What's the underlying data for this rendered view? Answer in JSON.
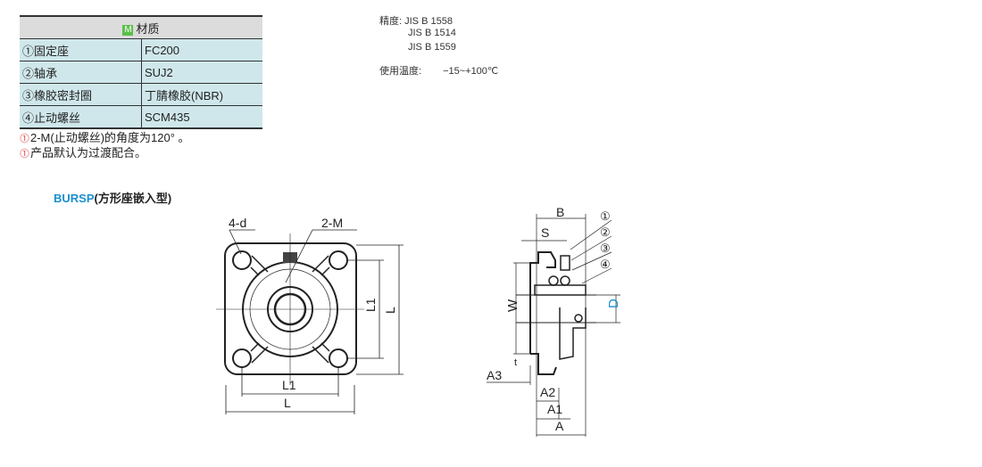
{
  "material_table": {
    "header": "材质",
    "badge": "M",
    "rows": [
      {
        "part": "①固定座",
        "material": "FC200"
      },
      {
        "part": "②轴承",
        "material": "SUJ2"
      },
      {
        "part": "③橡胶密封圈",
        "material": "丁腈橡胶(NBR)"
      },
      {
        "part": "④止动螺丝",
        "material": "SCM435"
      }
    ]
  },
  "notes": [
    "2-M(止动螺丝)的角度为120° 。",
    "产品默认为过渡配合。"
  ],
  "specs": {
    "accuracy_label": "精度:",
    "accuracy": [
      "JIS B 1558",
      "JIS B 1514",
      "JIS B 1559"
    ],
    "temp_label": "使用温度:",
    "temp": "−15~+100℃"
  },
  "product": {
    "code": "BURSP",
    "name": "(方形座嵌入型)"
  },
  "front_view": {
    "labels": {
      "holes": "4-d",
      "screw": "2-M",
      "l1": "L1",
      "l": "L"
    }
  },
  "side_view": {
    "labels": {
      "b": "B",
      "s": "S",
      "w": "W",
      "d": "D",
      "t": "t",
      "a3": "A3",
      "a2": "A2",
      "a1": "A1",
      "a": "A",
      "p1": "①",
      "p2": "②",
      "p3": "③",
      "p4": "④"
    }
  },
  "colors": {
    "accent": "#1a8fd0",
    "badge": "#5cbf4a",
    "row": "#cfe7eb",
    "header": "#dcdcdc"
  }
}
